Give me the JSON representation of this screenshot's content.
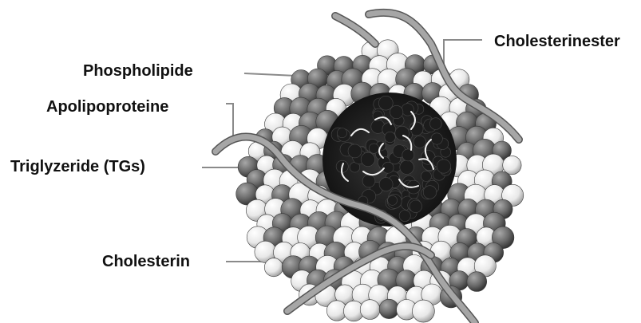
{
  "labels": {
    "phospholipide": "Phospholipide",
    "apolipoproteine": "Apolipoproteine",
    "triglyzeride": "Triglyzeride (TGs)",
    "cholesterin": "Cholesterin",
    "cholesterinester": "Cholesterinester"
  },
  "colors": {
    "light_sphere": "#f2f2f2",
    "dark_sphere": "#707070",
    "core": "#2a2a2a",
    "protein_strand": "#9a9a9a",
    "leader_line": "#8a8a8a"
  }
}
